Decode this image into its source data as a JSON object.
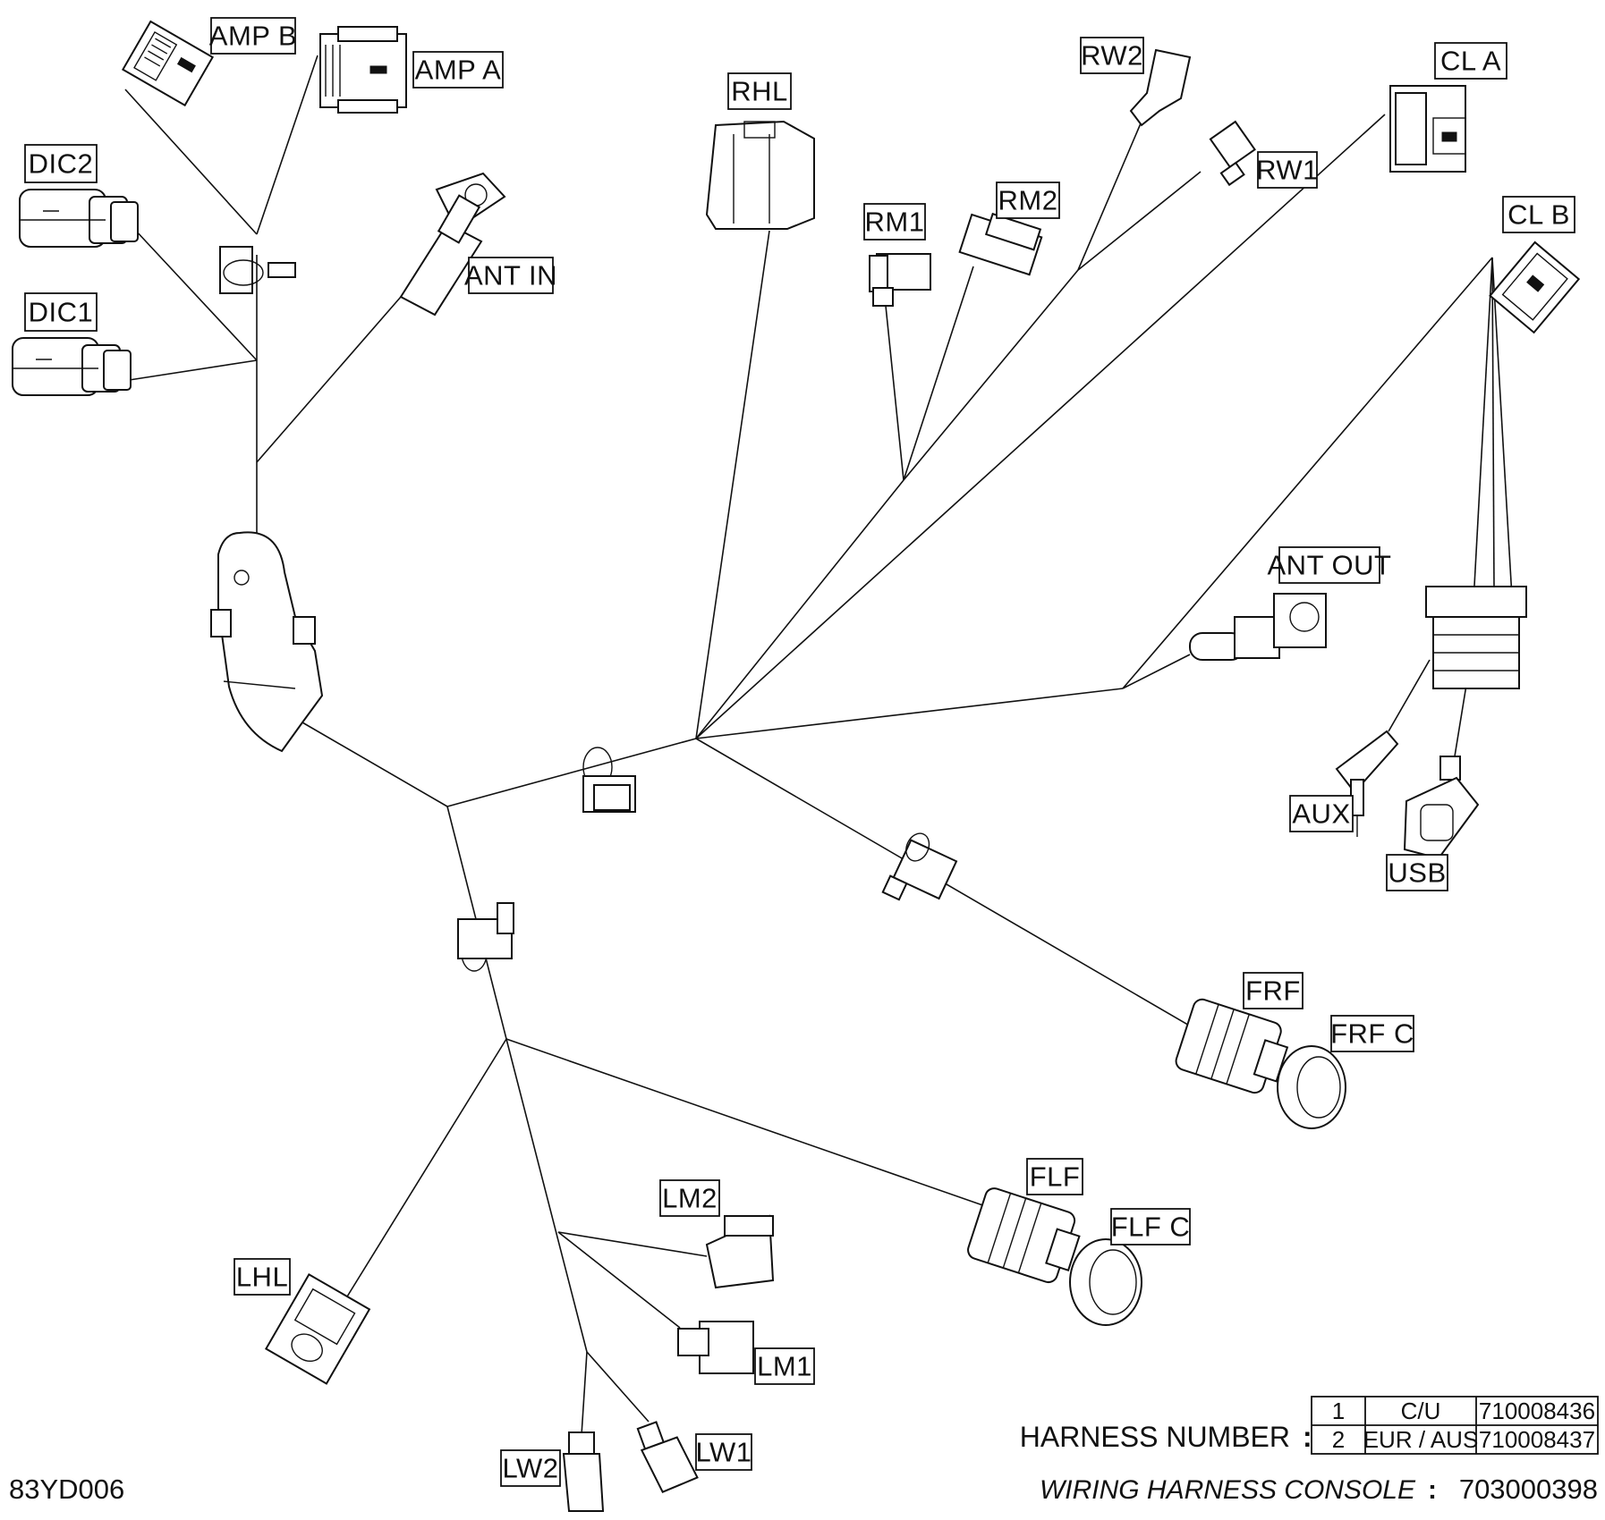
{
  "diagram_code": "83YD006",
  "title": {
    "prefix": "WIRING HARNESS  CONSOLE",
    "separator": ":",
    "number": "703000398"
  },
  "harness": {
    "label": "HARNESS NUMBER",
    "separator": ":",
    "rows": [
      {
        "index": "1",
        "region": "C/U",
        "part": "710008436"
      },
      {
        "index": "2",
        "region": "EUR / AUS",
        "part": "710008437"
      }
    ]
  },
  "connectors": {
    "amp_b": "AMP  B",
    "amp_a": "AMP  A",
    "dic2": "DIC2",
    "dic1": "DIC1",
    "ant_in": "ANT IN",
    "rhl": "RHL",
    "rm1": "RM1",
    "rm2": "RM2",
    "rw2": "RW2",
    "rw1": "RW1",
    "cl_a": "CL  A",
    "cl_b": "CL  B",
    "ant_out": "ANT OUT",
    "aux": "AUX",
    "usb": "USB",
    "frf": "FRF",
    "frf_c": "FRF  C",
    "flf": "FLF",
    "flf_c": "FLF  C",
    "lm2": "LM2",
    "lhl": "LHL",
    "lm1": "LM1",
    "lw1": "LW1",
    "lw2": "LW2"
  }
}
